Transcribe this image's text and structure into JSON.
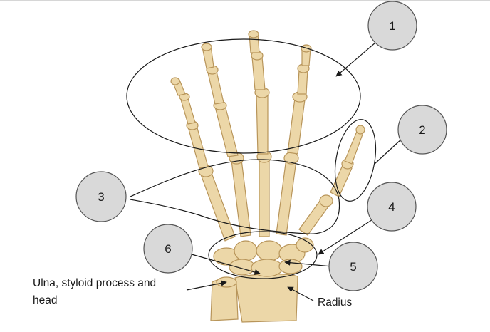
{
  "diagram": {
    "colors": {
      "bone_fill": "#ecd7a8",
      "bone_shade": "#d4b57a",
      "bone_outline": "#b8955a",
      "callout_fill": "#d9d9d9",
      "callout_stroke": "#555555",
      "line": "#1a1a1a"
    },
    "callouts": [
      {
        "id": "1",
        "text": "1"
      },
      {
        "id": "2",
        "text": "2"
      },
      {
        "id": "3",
        "text": "3"
      },
      {
        "id": "4",
        "text": "4"
      },
      {
        "id": "5",
        "text": "5"
      },
      {
        "id": "6",
        "text": "6"
      }
    ],
    "labels": {
      "ulna_line1": "Ulna, styloid process and",
      "ulna_line2": "head",
      "radius": "Radius"
    }
  }
}
